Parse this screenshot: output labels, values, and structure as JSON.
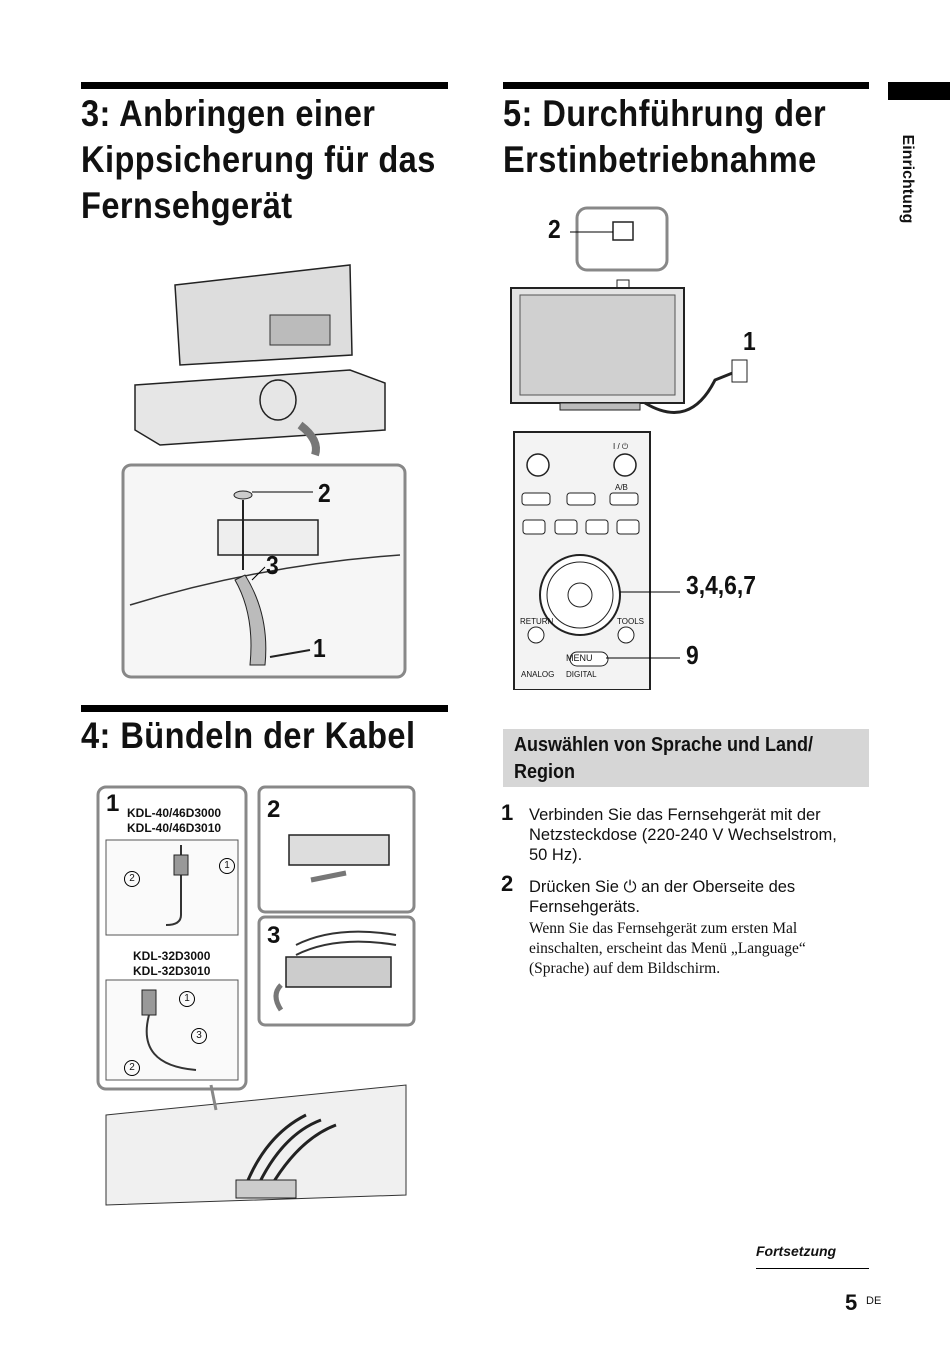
{
  "side_tab": {
    "label": "Einrichtung"
  },
  "section3": {
    "title_lines": [
      "3: Anbringen einer",
      "Kippsicherung für das",
      "Fernsehgerät"
    ],
    "callouts": {
      "c2": "2",
      "c3": "3",
      "c1": "1"
    }
  },
  "section4": {
    "title": "4: Bündeln der Kabel",
    "panels": {
      "p1_num": "1",
      "p1_model_a1": "KDL-40/46D3000",
      "p1_model_a2": "KDL-40/46D3010",
      "p1_model_b1": "KDL-32D3000",
      "p1_model_b2": "KDL-32D3010",
      "p2_num": "2",
      "p3_num": "3",
      "circ1": "1",
      "circ2": "2",
      "circ3": "3"
    }
  },
  "section5": {
    "title_lines": [
      "5: Durchführung der",
      "Erstinbetriebnahme"
    ],
    "callouts": {
      "c2": "2",
      "c1": "1",
      "c3467": "3,4,6,7",
      "c9": "9"
    },
    "remote_labels": {
      "return": "RETURN",
      "tools": "TOOLS",
      "menu": "MENU",
      "analog": "ANALOG",
      "digital": "DIGITAL",
      "ab": "A/B",
      "power": "I / ⏻"
    }
  },
  "subsection": {
    "title_line1": "Auswählen von Sprache und Land/",
    "title_line2": "Region"
  },
  "steps": [
    {
      "num": "1",
      "lines": [
        "Verbinden Sie das Fernsehgerät mit der",
        "Netzsteckdose (220-240 V Wechselstrom,",
        "50 Hz)."
      ]
    },
    {
      "num": "2",
      "lines": [
        "Drücken Sie ⏻ an der Oberseite des",
        "Fernsehgeräts."
      ],
      "note": [
        "Wenn Sie das Fernsehgerät zum ersten Mal",
        "einschalten, erscheint das Menü „Language“",
        "(Sprache) auf dem Bildschirm."
      ]
    }
  ],
  "footer": {
    "continued": "Fortsetzung",
    "page": "5",
    "lang": "DE"
  }
}
